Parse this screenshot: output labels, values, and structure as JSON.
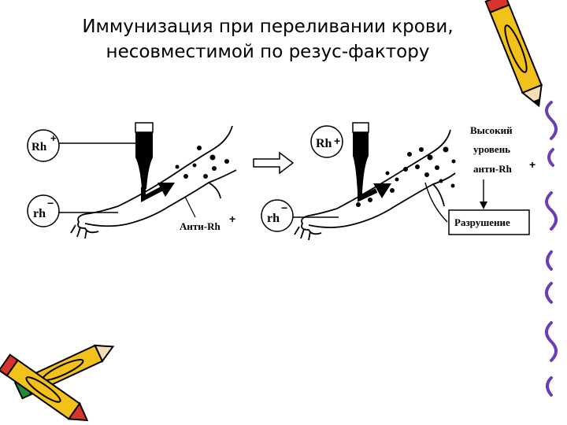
{
  "slide": {
    "title_line1": "Иммунизация при переливании крови,",
    "title_line2": "несовместимой по резус-фактору"
  },
  "diagram": {
    "left": {
      "donor_label": "Rh",
      "donor_sign": "+",
      "recipient_label": "rh",
      "recipient_sign": "−",
      "antibody_label": "Анти-Rh",
      "antibody_sign": "+"
    },
    "right": {
      "donor_label": "Rh",
      "donor_sign": "+",
      "recipient_label": "rh",
      "recipient_sign": "−",
      "level_line1": "Высокий",
      "level_line2": "уровень",
      "level_line3": "анти-Rh",
      "level_sign": "+",
      "destruction_label": "Разрушение"
    }
  },
  "colors": {
    "ink": "#000000",
    "pencil_body": "#f2c21a",
    "pencil_tip": "#d9342b",
    "pencil_cap": "#1f8a3b",
    "border_squiggle": "#6a3fb5"
  }
}
